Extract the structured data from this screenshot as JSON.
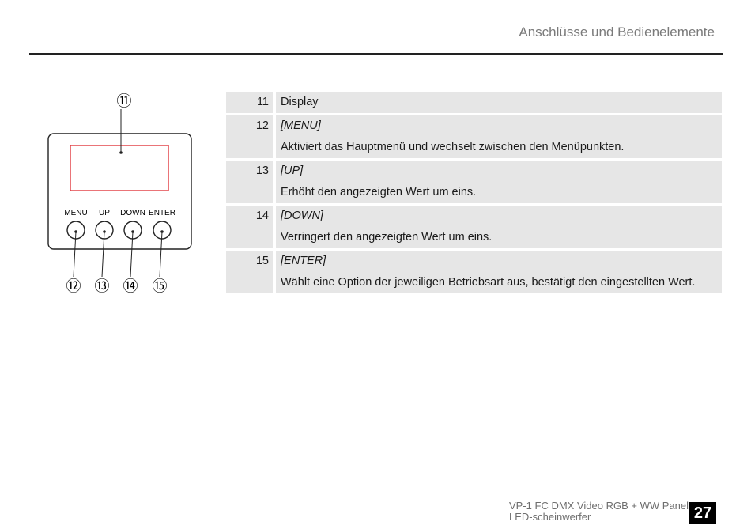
{
  "header": {
    "section_title": "Anschlüsse und Bedienelemente"
  },
  "diagram": {
    "display_callout": "⑪",
    "buttons": [
      {
        "label": "MENU",
        "callout": "⑫"
      },
      {
        "label": "UP",
        "callout": "⑬"
      },
      {
        "label": "DOWN",
        "callout": "⑭"
      },
      {
        "label": "ENTER",
        "callout": "⑮"
      }
    ]
  },
  "items": [
    {
      "number": "11",
      "name": "Display",
      "description": ""
    },
    {
      "number": "12",
      "name": "[MENU]",
      "description": "Aktiviert das Hauptmenü und wechselt zwischen den Menüpunkten."
    },
    {
      "number": "13",
      "name": "[UP]",
      "description": "Erhöht den angezeigten Wert um eins."
    },
    {
      "number": "14",
      "name": "[DOWN]",
      "description": "Verringert den angezeigten Wert um eins."
    },
    {
      "number": "15",
      "name": "[ENTER]",
      "description": "Wählt eine Option der jeweiligen Betriebsart aus, bestätigt den eingestellten Wert."
    }
  ],
  "footer": {
    "product_line1": "VP-1 FC DMX Video RGB + WW Panel",
    "product_line2": "LED-scheinwerfer",
    "page_number": "27"
  }
}
